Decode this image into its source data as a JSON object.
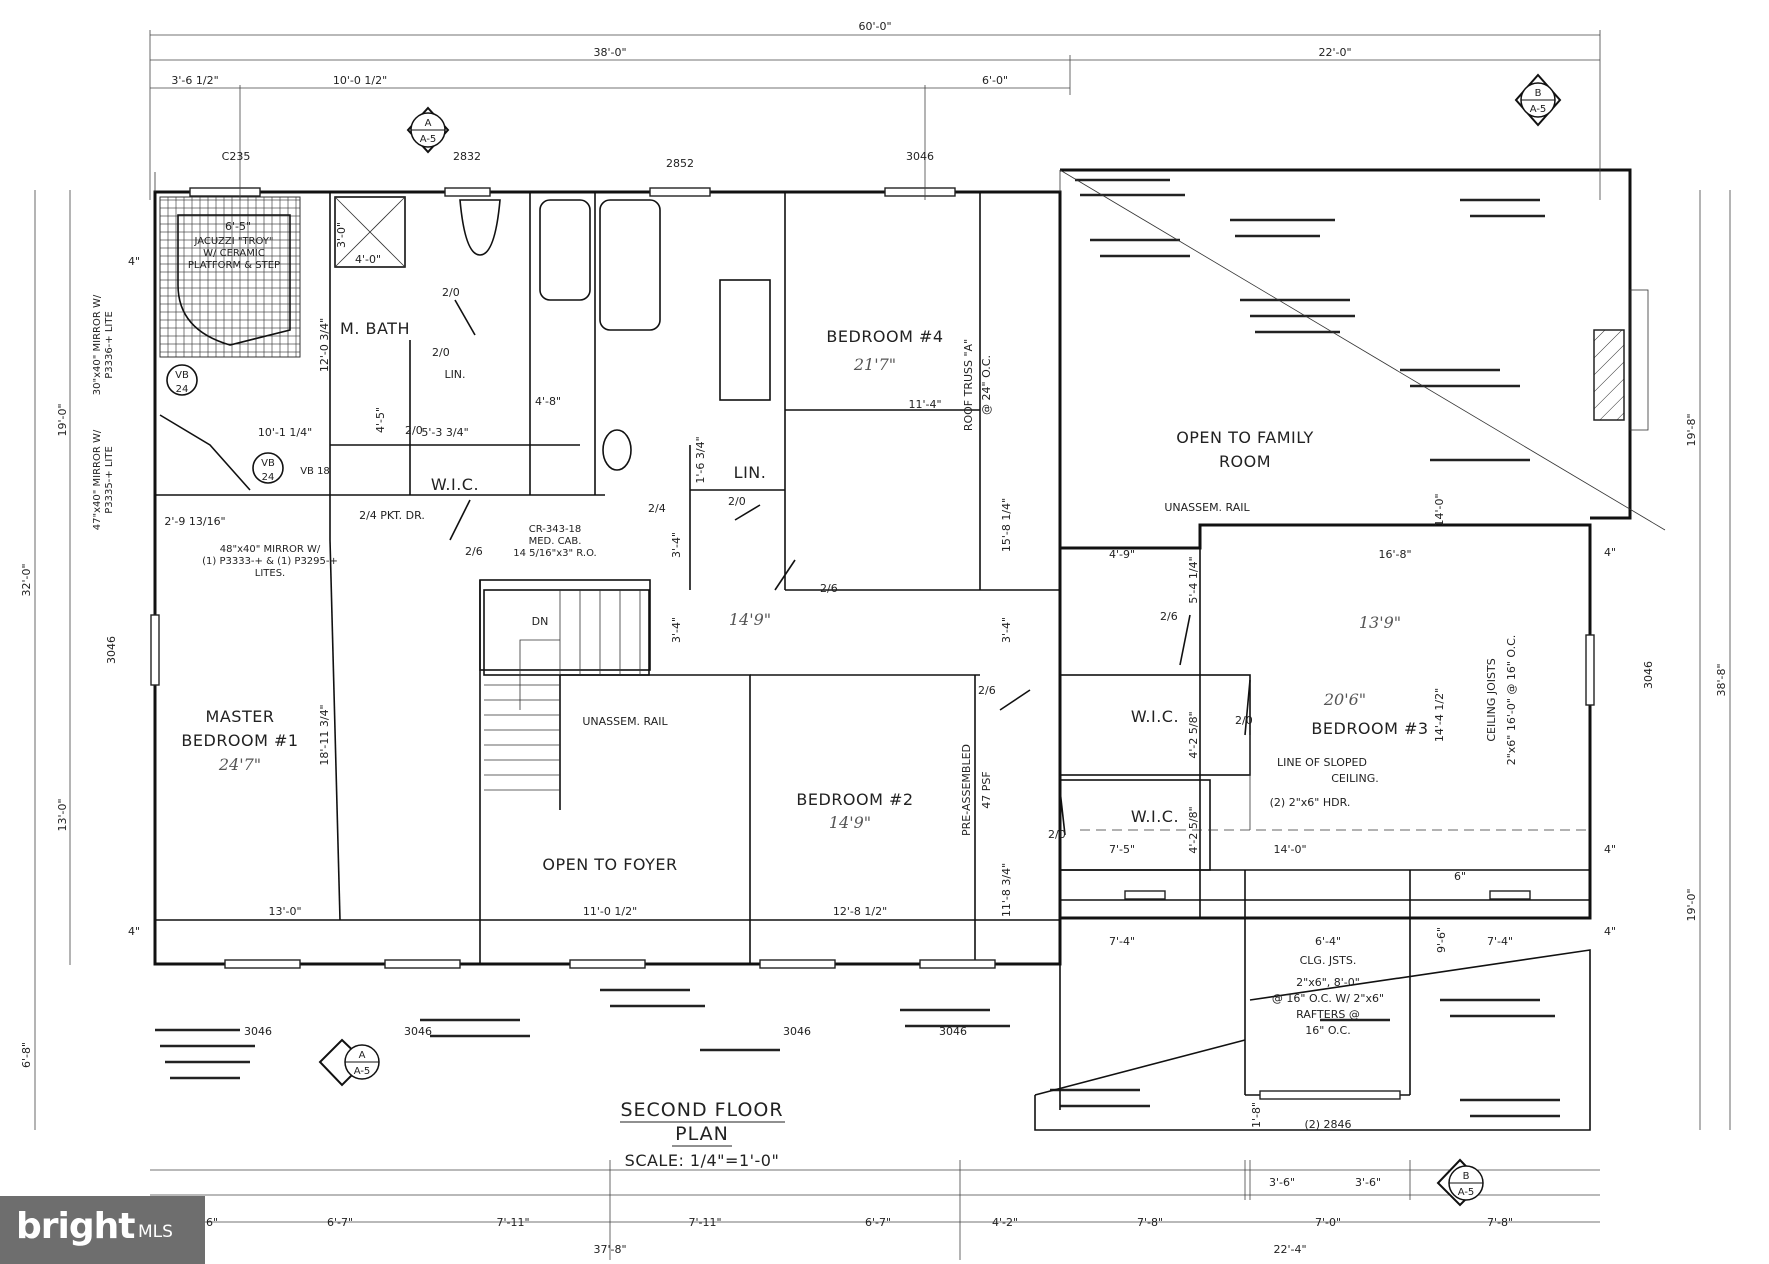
{
  "plan": {
    "title_line1": "SECOND FLOOR",
    "title_line2": "PLAN",
    "scale": "SCALE: 1/4\"=1'-0\""
  },
  "rooms": {
    "master_bedroom_1": "MASTER",
    "master_bedroom_2": "BEDROOM #1",
    "bedroom2": "BEDROOM #2",
    "bedroom3": "BEDROOM #3",
    "bedroom4": "BEDROOM #4",
    "m_bath": "M. BATH",
    "open_family_1": "OPEN TO FAMILY",
    "open_family_2": "ROOM",
    "open_foyer": "OPEN TO FOYER",
    "wic": "W.I.C.",
    "lin": "LIN.",
    "dn": "DN"
  },
  "notes": {
    "unassem_rail": "UNASSEM. RAIL",
    "roof_truss": "ROOF TRUSS \"A\"",
    "roof_truss_oc": "@ 24\" O.C.",
    "pre_assembled": "PRE-ASSEMBLED",
    "psf": "47 PSF",
    "ceiling_joists": "CEILING    JOISTS",
    "ceiling_joists_size": "2\"x6\" 16'-0\" @ 16\" O.C.",
    "sloped_1": "LINE OF SLOPED",
    "sloped_2": "CEILING.",
    "hdr": "(2) 2\"x6\" HDR.",
    "clg_jsts": "CLG. JSTS.",
    "clg_1": "2\"x6\", 8'-0\"",
    "clg_2": "@ 16\" O.C. W/ 2\"x6\"",
    "clg_3": "RAFTERS @",
    "clg_4": "16\" O.C.",
    "jacuzzi_1": "JACUZZI \"TROY\"",
    "jacuzzi_2": "W/ CERAMIC",
    "jacuzzi_3": "PLATFORM & STEP",
    "pkt_dr": "2/4 PKT. DR.",
    "med_cab_1": "CR-343-18",
    "med_cab_2": "MED. CAB.",
    "med_cab_3": "14 5/16\"x3\" R.O.",
    "mirror_a_1": "30\"x40\" MIRROR W/",
    "mirror_a_2": "P3336-+ LITE",
    "mirror_b_1": "47\"x40\" MIRROR W/",
    "mirror_b_2": "P3335-+ LITE",
    "mirror_c_1": "48\"x40\" MIRROR W/",
    "mirror_c_2": "(1) P3333-+ & (1) P3295-+",
    "mirror_c_3": "LITES.",
    "c235": "C235",
    "vb": "VB",
    "vb_24": "24",
    "vb18": "VB 18",
    "door_2846": "(2) 2846"
  },
  "windows": {
    "w3046": "3046",
    "w2832": "2832",
    "w2852": "2852"
  },
  "dimensions": {
    "top_total": "60'-0\"",
    "top_left": "38'-0\"",
    "top_right": "22'-0\"",
    "t1": "3'-6 1/2\"",
    "t2": "10'-0 1/2\"",
    "t3": "6'-0\"",
    "left_total": "32'-0\"",
    "left_19": "19'-0\"",
    "left_13": "13'-0\"",
    "left_68": "6'-8\"",
    "right_198": "19'-8\"",
    "right_388": "38'-8\"",
    "right_190": "19'-0\"",
    "bottom_left_total": "37'-8\"",
    "bottom_right_total": "22'-4\"",
    "b1": "6'-7\"",
    "b2": "7'-11\"",
    "b3": "7'-11\"",
    "b4": "6'-7\"",
    "b5": "4'-2\"",
    "b6": "7'-8\"",
    "b7": "7'-0\"",
    "b8": "7'-8\"",
    "b9": "3'-6\"",
    "b10": "3'-6\"",
    "b0": "6\"",
    "i_13": "13'-0\"",
    "i_11": "11'-0 1/2\"",
    "i_128": "12'-8 1/2\"",
    "i_1114": "11'-4\"",
    "i_1011": "10'-1 1/4\"",
    "i_1911": "18'-11 3/4\"",
    "i_1203": "12'-0 3/4\"",
    "i_1581": "15'-8 1/4\"",
    "i_1183": "11'-8 3/4\"",
    "i_1441": "14'-4 1/2\"",
    "i_140": "14'-0\"",
    "i_168": "16'-8\"",
    "i_49": "4'-9\"",
    "i_75": "7'-5\"",
    "i_74a": "7'-4\"",
    "i_64": "6'-4\"",
    "i_74b": "7'-4\"",
    "i_4in": "4\"",
    "i_6in": "6\"",
    "i_34": "3'-4\"",
    "i_29": "2'-9 13/16\"",
    "i_65": "6'-5\"",
    "i_40": "4'-0\"",
    "i_30": "3'-0\"",
    "i_53": "5'-3 3/4\"",
    "i_45": "4'-5\"",
    "i_48": "4'-8\"",
    "i_16": "1'-6 3/4\"",
    "i_96": "9'-6\"",
    "i_18": "1'-8\"",
    "i_52": "5'-4 1/4\"",
    "i_425": "4'-2 5/8\""
  },
  "doors": {
    "d26": "2/6",
    "d20": "2/0",
    "d24": "2/4"
  },
  "sections": {
    "a": "A",
    "b": "B",
    "ref": "A-5"
  },
  "handwritten": {
    "h1": "24'7\"",
    "h2": "21'7\"",
    "h3": "14'9\"",
    "h4": "20'6\"",
    "h5": "13'9\"",
    "h6": "14'9\""
  },
  "watermark": {
    "brand": "bright",
    "suffix": "MLS"
  }
}
